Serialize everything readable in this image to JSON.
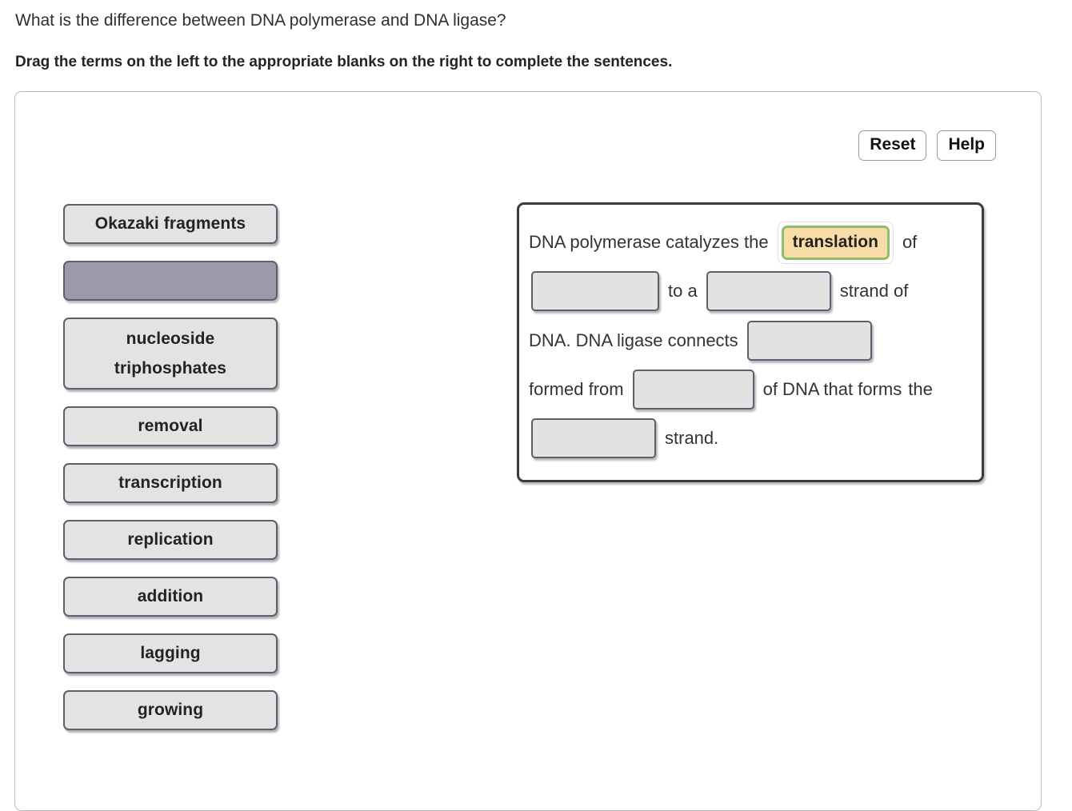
{
  "header": {
    "question": "What is the difference between DNA polymerase and DNA ligase?",
    "instruction": "Drag the terms on the left to the appropriate blanks on the right to complete the sentences."
  },
  "toolbar": {
    "reset_label": "Reset",
    "help_label": "Help"
  },
  "term_bank": {
    "items": [
      {
        "label": "Okazaki fragments",
        "lines": 1,
        "state": "available"
      },
      {
        "label": "",
        "lines": 1,
        "state": "placed"
      },
      {
        "label": "nucleoside triphosphates",
        "line1": "nucleoside",
        "line2": "triphosphates",
        "lines": 2,
        "state": "available"
      },
      {
        "label": "removal",
        "lines": 1,
        "state": "available"
      },
      {
        "label": "transcription",
        "lines": 1,
        "state": "available"
      },
      {
        "label": "replication",
        "lines": 1,
        "state": "available"
      },
      {
        "label": "addition",
        "lines": 1,
        "state": "available"
      },
      {
        "label": "lagging",
        "lines": 1,
        "state": "available"
      },
      {
        "label": "growing",
        "lines": 1,
        "state": "available"
      }
    ]
  },
  "sentence": {
    "seg1": "DNA polymerase catalyzes the",
    "answer1": "translation",
    "seg2": "of",
    "seg3": "to a",
    "seg4": "strand of",
    "seg5": "DNA. DNA ligase connects",
    "seg6": "formed from",
    "seg7": "of DNA that forms",
    "seg8": "the",
    "seg9": "strand."
  },
  "colors": {
    "tile_fill": "#e3e3e3",
    "tile_border": "#5c606c",
    "placed_tile_fill": "#9a9aab",
    "blank_fill": "#e2e2e2",
    "answer_chip_fill": "#f8dca8",
    "answer_chip_border": "#8dbf6a",
    "panel_border": "#3b3b3b",
    "container_border": "#b9b9b9"
  }
}
